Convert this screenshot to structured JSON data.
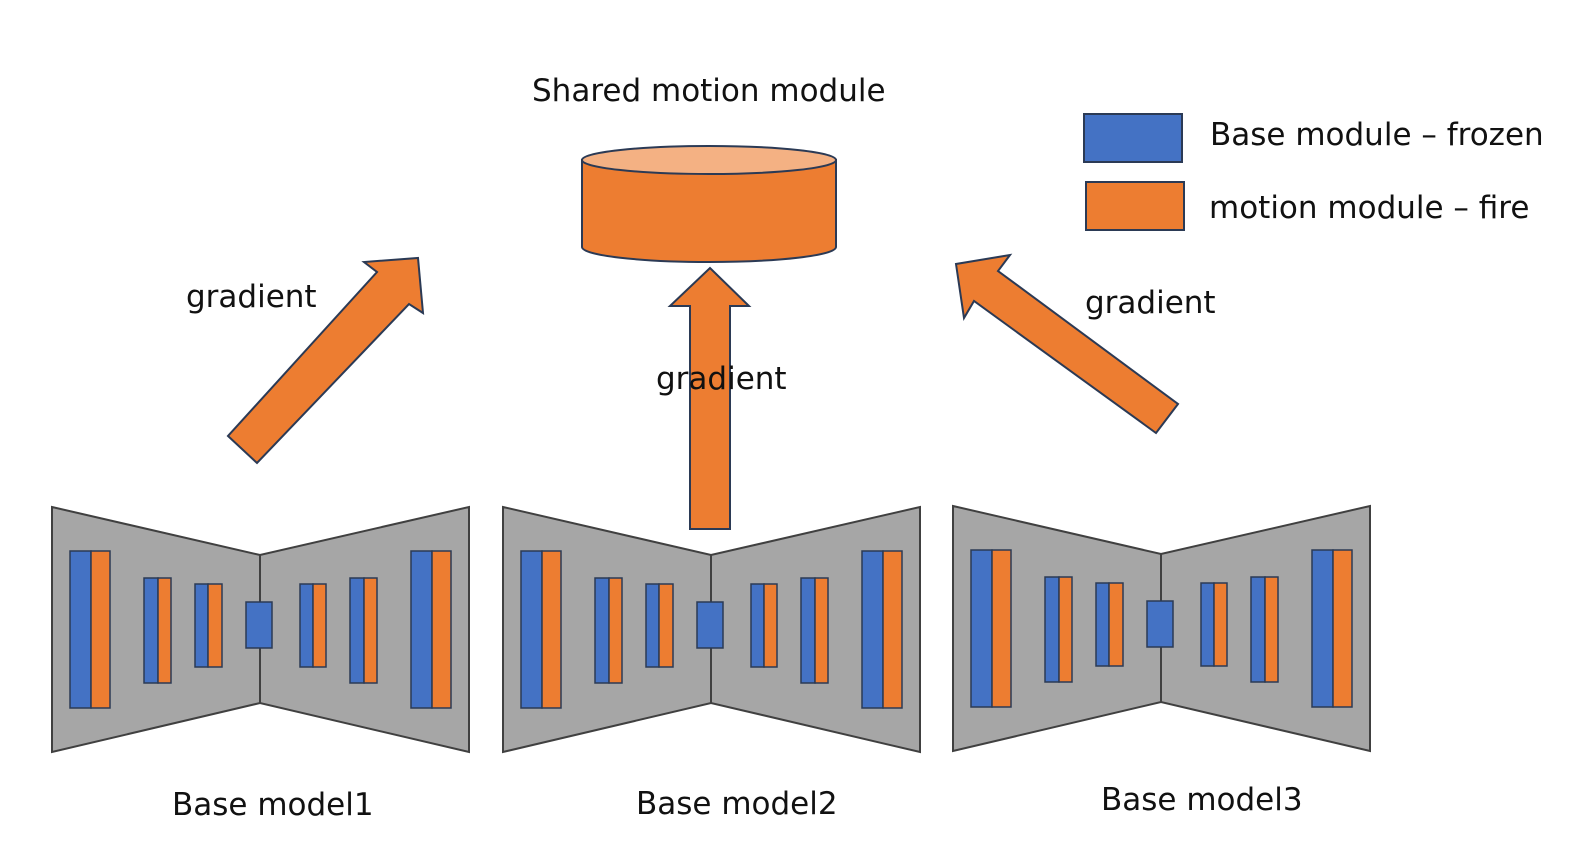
{
  "title": "Shared motion module",
  "legend": {
    "base": {
      "label": "Base module – frozen",
      "color": "#4472c4"
    },
    "motion": {
      "label": "motion module – fire",
      "color": "#ed7d31"
    }
  },
  "arrows": {
    "left": "gradient",
    "center": "gradient",
    "right": "gradient"
  },
  "models": [
    {
      "label": "Base model1"
    },
    {
      "label": "Base model2"
    },
    {
      "label": "Base model3"
    }
  ],
  "colors": {
    "frozen": "#4472c4",
    "fire": "#ed7d31",
    "cylinder_top": "#f4b183",
    "unet_body": "#a6a6a6",
    "outline": "#2b3a55"
  }
}
